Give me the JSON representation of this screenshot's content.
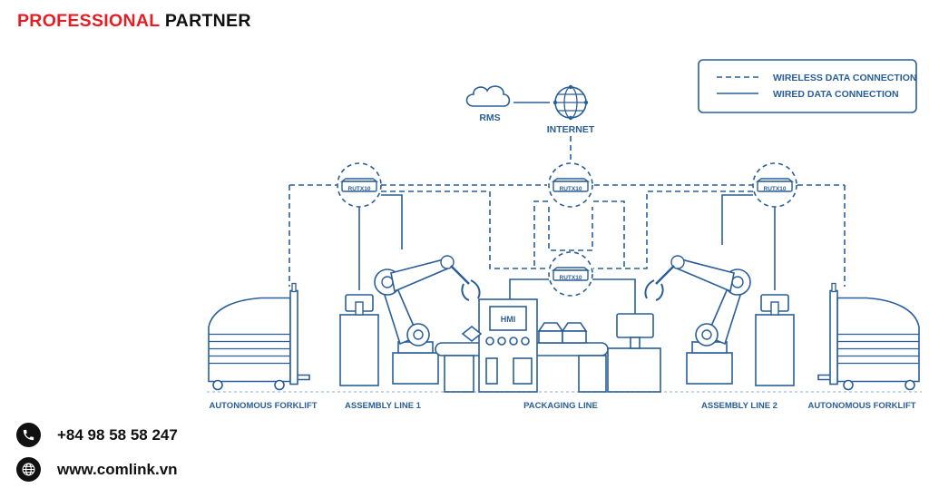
{
  "brand": {
    "highlight": "PROFESSIONAL",
    "rest": "PARTNER"
  },
  "legend": {
    "wireless": "WIRELESS DATA CONNECTION",
    "wired": "WIRED DATA CONNECTION"
  },
  "cloud": {
    "label": "RMS"
  },
  "internet": {
    "label": "INTERNET"
  },
  "routers": [
    {
      "label": "RUTX10"
    },
    {
      "label": "RUTX10"
    },
    {
      "label": "RUTX10"
    },
    {
      "label": "RUTX10"
    }
  ],
  "hmi": {
    "label": "HMI"
  },
  "stations": [
    {
      "label": "AUTONOMOUS FORKLIFT"
    },
    {
      "label": "ASSEMBLY LINE 1"
    },
    {
      "label": "PACKAGING LINE"
    },
    {
      "label": "ASSEMBLY LINE 2"
    },
    {
      "label": "AUTONOMOUS FORKLIFT"
    }
  ],
  "contacts": {
    "phone": "+84 98 58 58 247",
    "website": "www.comlink.vn"
  },
  "colors": {
    "line": "#2a5e97",
    "brand_red": "#e31e24",
    "dark": "#111111"
  }
}
